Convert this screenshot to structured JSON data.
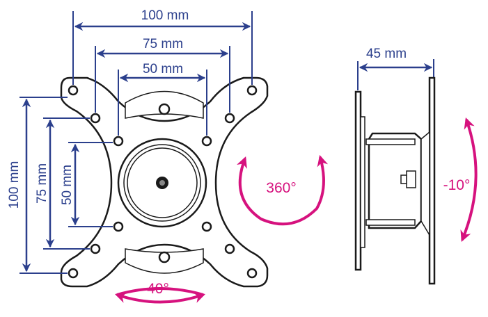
{
  "front_view": {
    "dim_horizontal_100": "100 mm",
    "dim_horizontal_75": "75 mm",
    "dim_horizontal_50": "50 mm",
    "dim_vertical_100": "100 mm",
    "dim_vertical_75": "75 mm",
    "dim_vertical_50": "50 mm",
    "rotation_label": "360°",
    "swivel_label": "40°"
  },
  "side_view": {
    "depth_label": "45 mm",
    "tilt_label": "-10°"
  },
  "colors": {
    "dimension": "#2b3f8c",
    "motion": "#d6127e"
  }
}
